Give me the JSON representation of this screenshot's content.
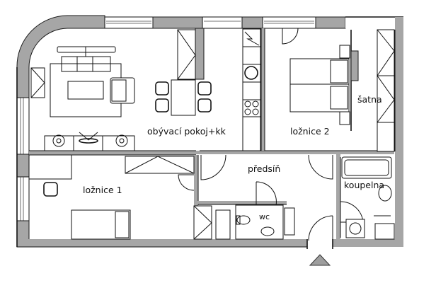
{
  "plan": {
    "type": "apartment floor plan",
    "colors": {
      "wall": "#a6a6a6",
      "line": "#111111",
      "background": "#ffffff",
      "entrance_marker": "#9e9e9e"
    },
    "rooms": [
      {
        "id": "living",
        "label": "obývací pokoj+kk"
      },
      {
        "id": "bedroom2",
        "label": "ložnice 2"
      },
      {
        "id": "closet",
        "label": "šatna"
      },
      {
        "id": "bedroom1",
        "label": "ložnice 1"
      },
      {
        "id": "hall",
        "label": "předsíň"
      },
      {
        "id": "bathroom",
        "label": "koupelna"
      },
      {
        "id": "wc",
        "label": "wc"
      }
    ],
    "entrance_marker": "entrance-arrow"
  }
}
